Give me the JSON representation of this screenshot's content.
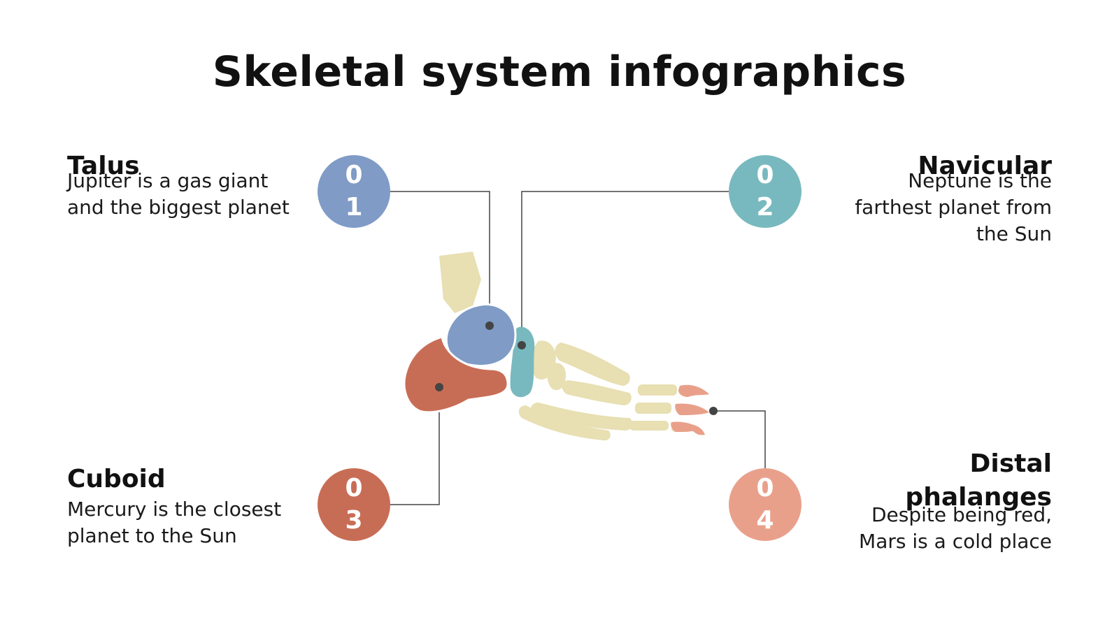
{
  "title": "Skeletal system infographics",
  "colors": {
    "talus": "#7f9bc6",
    "navicular": "#78b9bf",
    "cuboid": "#c86d55",
    "distal_phalanges": "#e9a08b",
    "bone": "#e8dfb2",
    "connector": "#444444"
  },
  "items": [
    {
      "heading": "Talus",
      "text": "Jupiter is a gas giant and the biggest planet",
      "digit_a": "0",
      "digit_b": "1"
    },
    {
      "heading": "Navicular",
      "text": "Neptune is the farthest planet from the Sun",
      "digit_a": "0",
      "digit_b": "2"
    },
    {
      "heading": "Cuboid",
      "text": "Mercury is the closest planet to the Sun",
      "digit_a": "0",
      "digit_b": "3"
    },
    {
      "heading": "Distal phalanges",
      "text": "Despite being red, Mars is a cold place",
      "digit_a": "0",
      "digit_b": "4"
    }
  ]
}
